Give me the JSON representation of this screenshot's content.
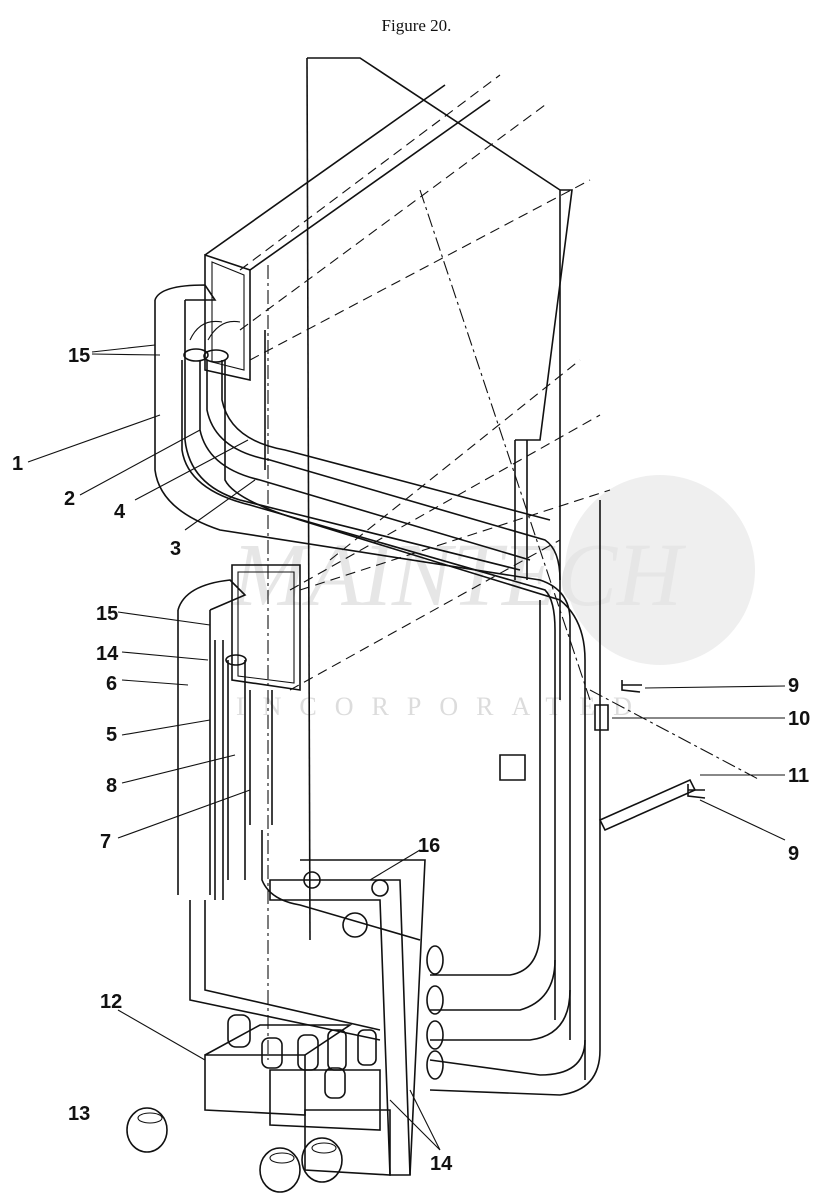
{
  "figure_title": "Figure 20.",
  "watermark": {
    "name": "MAINTECH",
    "sub": "INCORPORATED"
  },
  "callouts": {
    "c15a": "15",
    "c1": "1",
    "c2": "2",
    "c4": "4",
    "c3": "3",
    "c15b": "15",
    "c14a": "14",
    "c6": "6",
    "c5": "5",
    "c8": "8",
    "c7": "7",
    "c16": "16",
    "c9a": "9",
    "c10": "10",
    "c11": "11",
    "c9b": "9",
    "c12": "12",
    "c13": "13",
    "c14b": "14"
  }
}
